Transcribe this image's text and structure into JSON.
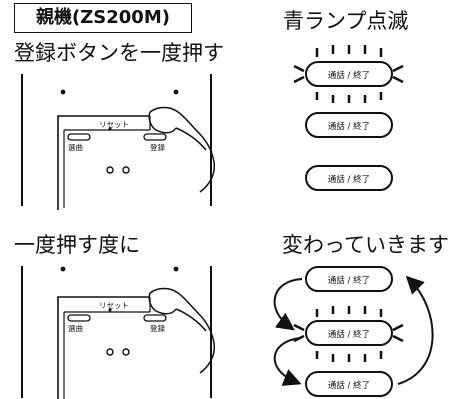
{
  "device_label": "親機(ZS200M)",
  "step1_instruction": "登録ボタンを一度押す",
  "step1_status": "青ランプ点滅",
  "step2_instruction": "一度押す度に",
  "step2_status": "変わっていきます",
  "button_labels": {
    "reset": "リセット",
    "select_song": "選曲",
    "register": "登録"
  },
  "indicator_label": "通話 / 終了"
}
